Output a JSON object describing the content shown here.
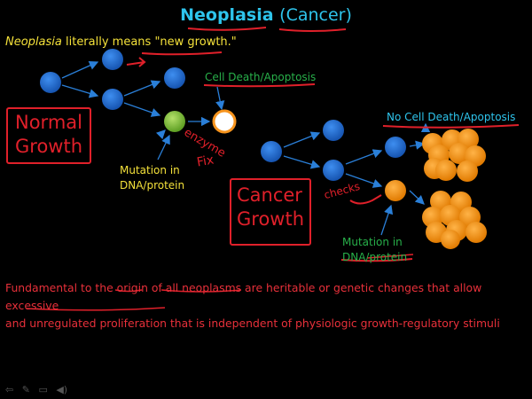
{
  "title": {
    "main": "Neoplasia",
    "sub": "(Cancer)"
  },
  "intro": {
    "term": "Neoplasia",
    "text": " literally means \"new growth.\""
  },
  "normal": {
    "label_line1": "Normal",
    "label_line2": "Growth"
  },
  "cancer": {
    "label_line1": "Cancer",
    "label_line2": "Growth"
  },
  "labels": {
    "cell_death": "Cell Death/Apoptosis",
    "no_cell_death": "No Cell Death/Apoptosis",
    "mutation1_line1": "Mutation in",
    "mutation1_line2": "DNA/protein",
    "mutation2_line1": "Mutation in",
    "mutation2_line2": "DNA/protein"
  },
  "handwriting": {
    "enzyme": "enzyme",
    "fix": "Fix",
    "checks": "checks"
  },
  "bottom": {
    "line1": "Fundamental to the origin of all neoplasms are heritable or genetic changes that allow excessive",
    "line2": "and unregulated proliferation that is independent of physiologic growth-regulatory stimuli"
  },
  "toolbar": {
    "back": "⇦",
    "pen": "✎",
    "page": "▭",
    "sound": "◀)"
  },
  "colors": {
    "cell_blue": "#1f6fd1",
    "cell_green": "#8cc63f",
    "cell_orange": "#f7941d",
    "red": "#e0202a",
    "cyan": "#2ec4ec",
    "yellow": "#f4e13a",
    "green": "#28b04a"
  }
}
